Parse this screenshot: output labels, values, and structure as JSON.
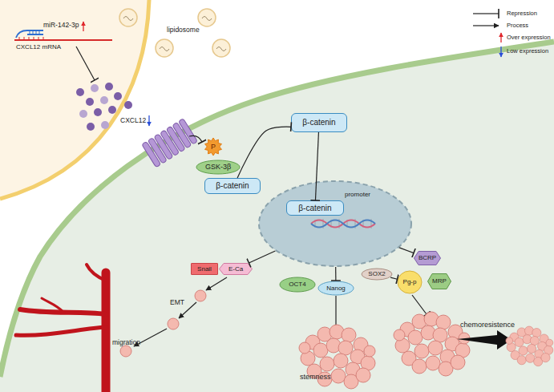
{
  "diagram": {
    "nodes": [
      {
        "text": [
          "β-catenin"
        ]
      },
      {
        "text": [
          "P"
        ]
      },
      {
        "text": [
          "GSK-3β"
        ]
      },
      {
        "text": [
          "β-catenin"
        ]
      },
      {
        "text": [
          "promoter"
        ]
      },
      {
        "text": [
          "β-catenin"
        ],
        "in": 4
      },
      {
        "text": [
          "Snail"
        ]
      },
      {
        "text": [
          "E-Ca"
        ]
      },
      {
        "text": [
          "BCRP"
        ]
      },
      {
        "text": [
          "OCT4"
        ]
      },
      {
        "text": [
          "Nanog"
        ]
      },
      {
        "text": [
          "SOX2"
        ]
      },
      {
        "text": [
          "MRP"
        ]
      },
      {
        "text": [
          "Pg-p"
        ]
      }
    ],
    "edges": [
      {
        "from": 3,
        "to": 0,
        "arrow": "to"
      },
      {
        "from": 0,
        "to": 5,
        "arrow": "to"
      },
      {
        "from": 4,
        "to": 7,
        "arrow": "to"
      },
      {
        "from": 4,
        "to": 10,
        "arrow": "to"
      },
      {
        "from": 4,
        "to": 8,
        "arrow": "to"
      },
      {
        "from": 11,
        "to": 13,
        "arrow": "to"
      }
    ],
    "labels": [
      "miR-142-3p",
      "CXCL12 mRNA",
      "lipidosome",
      "CXCL12",
      "EMT",
      "migration",
      "stemness",
      "chemoresistence"
    ],
    "legend": [
      {
        "text": "Repression"
      },
      {
        "text": "Process"
      },
      {
        "text": "Over expression"
      },
      {
        "text": "Low expression"
      }
    ]
  }
}
